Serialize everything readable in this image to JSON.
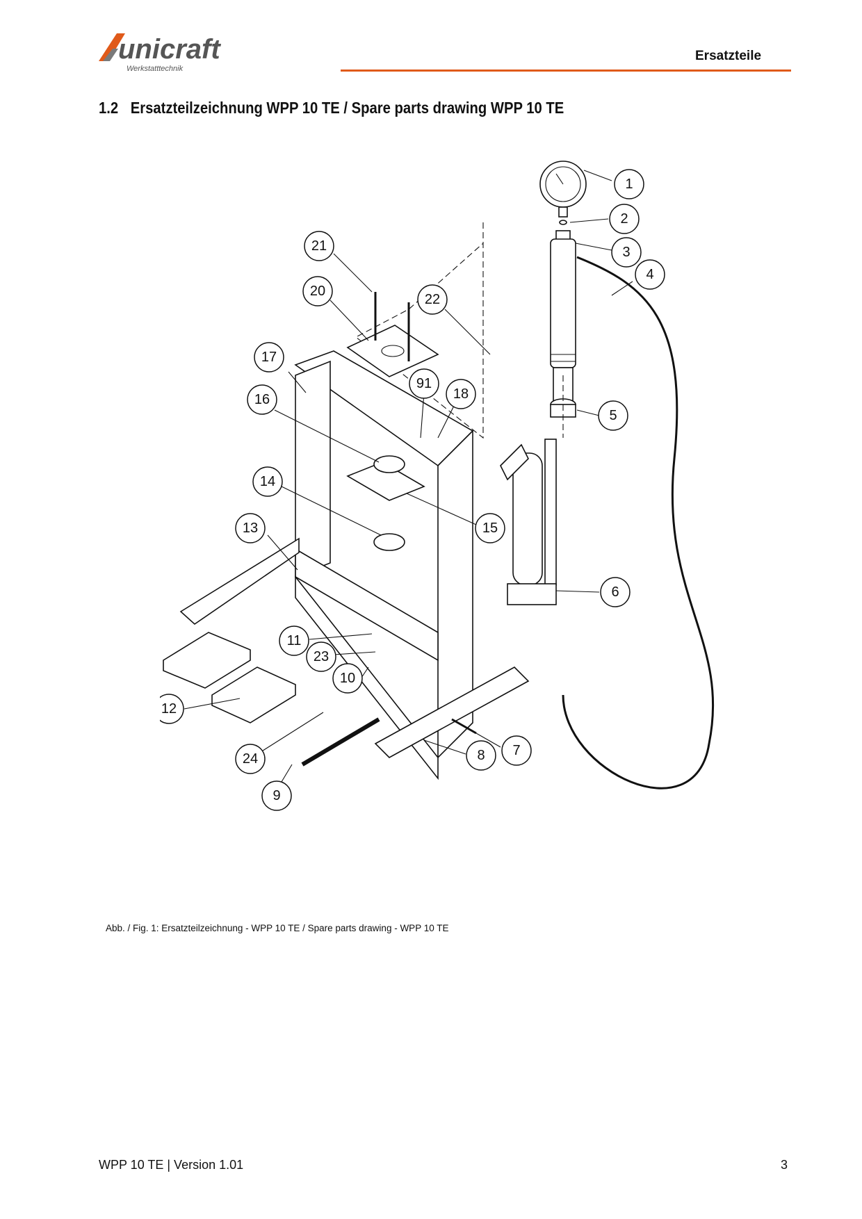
{
  "header": {
    "brand": "unicraft",
    "brand_sub": "Werkstatttechnik",
    "section": "Ersatzteile",
    "accent_color": "#e05a1a"
  },
  "heading": {
    "number": "1.2",
    "text": "Ersatzteilzeichnung WPP 10 TE / Spare parts drawing WPP 10 TE"
  },
  "drawing": {
    "callouts": [
      "1",
      "2",
      "3",
      "4",
      "5",
      "6",
      "7",
      "8",
      "9",
      "10",
      "11",
      "12",
      "13",
      "14",
      "15",
      "16",
      "17",
      "18",
      "20",
      "21",
      "22",
      "23",
      "24",
      "91"
    ]
  },
  "caption": "Abb. / Fig. 1: Ersatzteilzeichnung - WPP 10 TE / Spare parts drawing - WPP 10 TE",
  "footer": {
    "left": "WPP 10 TE | Version 1.01",
    "page": "3"
  }
}
